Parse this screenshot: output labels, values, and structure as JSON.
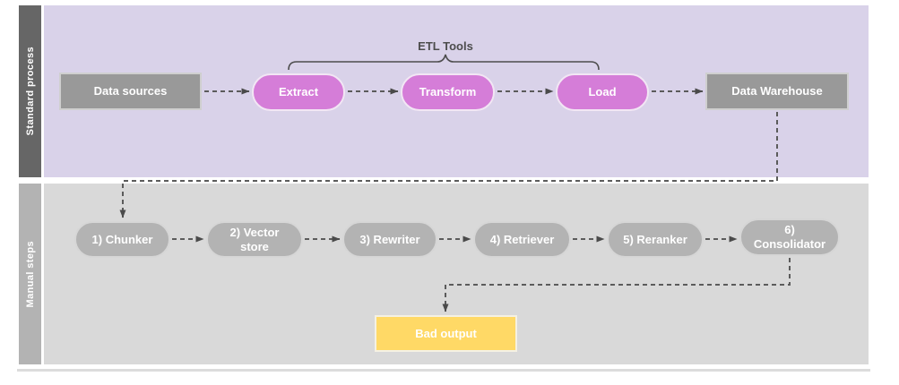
{
  "diagram": {
    "brace_label": "ETL Tools",
    "lanes": [
      {
        "label": "Standard process",
        "nodes": [
          {
            "id": "data-sources",
            "label": "Data sources",
            "shape": "rectangle",
            "color": "#999999"
          },
          {
            "id": "extract",
            "label": "Extract",
            "shape": "pill",
            "color": "#d57dd8"
          },
          {
            "id": "transform",
            "label": "Transform",
            "shape": "pill",
            "color": "#d57dd8"
          },
          {
            "id": "load",
            "label": "Load",
            "shape": "pill",
            "color": "#d57dd8"
          },
          {
            "id": "data-warehouse",
            "label": "Data Warehouse",
            "shape": "rectangle",
            "color": "#999999"
          }
        ]
      },
      {
        "label": "Manual steps",
        "nodes": [
          {
            "id": "chunker",
            "label": "1) Chunker",
            "shape": "pill",
            "color": "#b3b3b3"
          },
          {
            "id": "vector-store",
            "label": "2) Vector store",
            "shape": "pill",
            "color": "#b3b3b3"
          },
          {
            "id": "rewriter",
            "label": "3) Rewriter",
            "shape": "pill",
            "color": "#b3b3b3"
          },
          {
            "id": "retriever",
            "label": "4) Retriever",
            "shape": "pill",
            "color": "#b3b3b3"
          },
          {
            "id": "reranker",
            "label": "5) Reranker",
            "shape": "pill",
            "color": "#b3b3b3"
          },
          {
            "id": "consolidator",
            "label": "6) Consolidator",
            "shape": "pill",
            "color": "#b3b3b3"
          },
          {
            "id": "bad-output",
            "label": "Bad output",
            "shape": "rectangle",
            "color": "#ffd966"
          }
        ]
      }
    ],
    "colors": {
      "lane1_background": "#d9d2e9",
      "lane1_bar": "#666666",
      "lane2_background": "#d9d9d9",
      "lane2_bar": "#b3b3b3",
      "etl_pill": "#d57dd8",
      "gray_box": "#999999",
      "gray_pill": "#b3b3b3",
      "bad_output_box": "#ffd966",
      "connector": "#5b5b5b",
      "text_on_nodes": "#ffffff"
    }
  }
}
